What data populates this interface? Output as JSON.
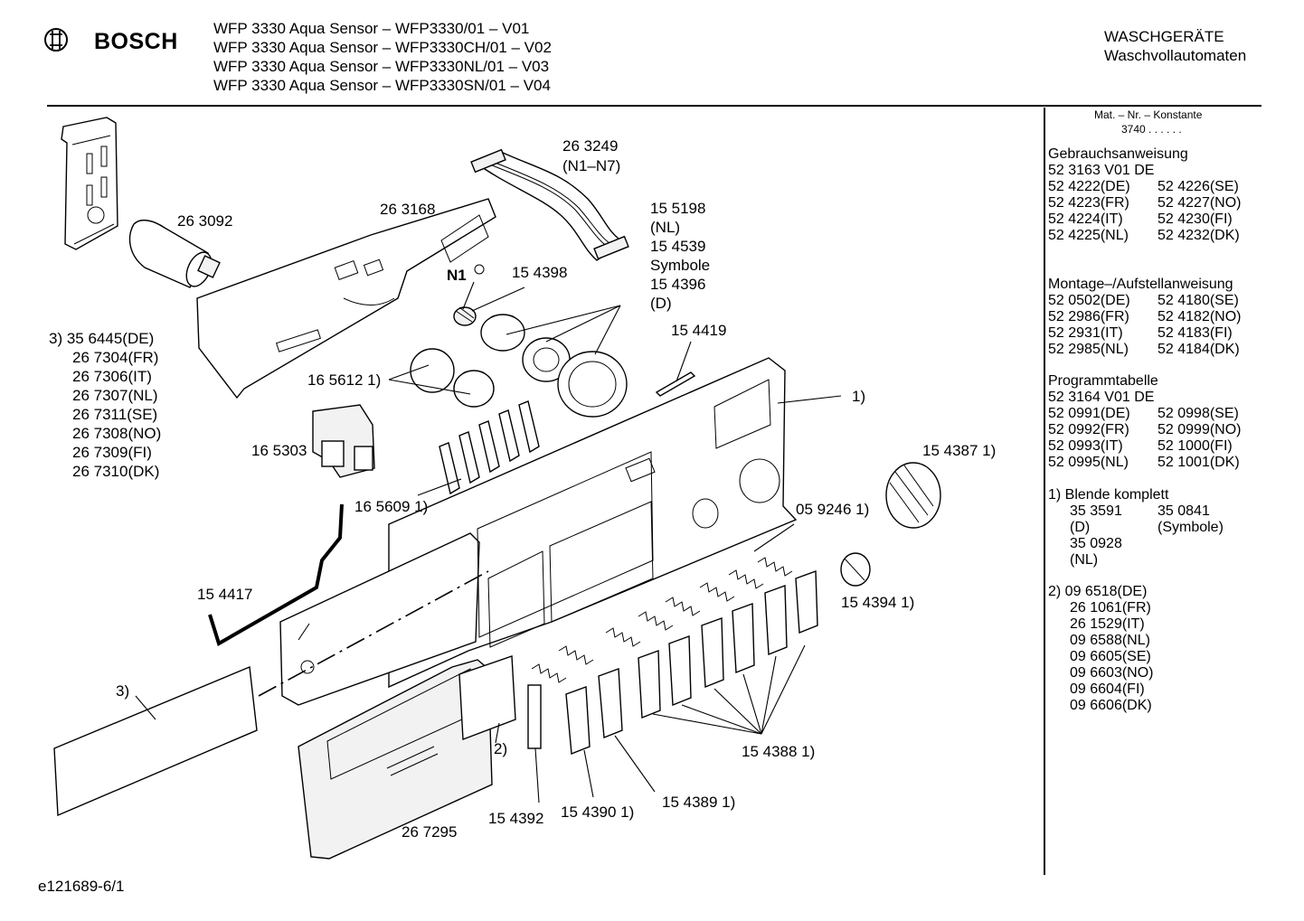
{
  "header": {
    "brand": "BOSCH",
    "models": [
      "WFP 3330 Aqua Sensor – WFP3330/01 – V01",
      "WFP 3330 Aqua Sensor – WFP3330CH/01 – V02",
      "WFP 3330 Aqua Sensor – WFP3330NL/01 – V03",
      "WFP 3330 Aqua Sensor – WFP3330SN/01 – V04"
    ],
    "category_1": "WASCHGERÄTE",
    "category_2": "Waschvollautomaten"
  },
  "sidebar": {
    "mat_nr_label": "Mat. – Nr. – Konstante",
    "mat_nr_value": "3740 . .  .  .  .  .",
    "gebrauch": {
      "title": "Gebrauchsanweisung",
      "first": "52 3163 V01 DE",
      "rows": [
        [
          "52 4222(DE)",
          "52 4226(SE)"
        ],
        [
          "52 4223(FR)",
          "52 4227(NO)"
        ],
        [
          "52 4224(IT)",
          "52 4230(FI)"
        ],
        [
          "52 4225(NL)",
          "52 4232(DK)"
        ]
      ]
    },
    "montage": {
      "title": "Montage–/Aufstellanweisung",
      "rows": [
        [
          "52 0502(DE)",
          "52 4180(SE)"
        ],
        [
          "52 2986(FR)",
          "52 4182(NO)"
        ],
        [
          "52 2931(IT)",
          "52 4183(FI)"
        ],
        [
          "52 2985(NL)",
          "52 4184(DK)"
        ]
      ]
    },
    "programm": {
      "title": "Programmtabelle",
      "first": "52 3164 V01 DE",
      "rows": [
        [
          "52 0991(DE)",
          "52 0998(SE)"
        ],
        [
          "52 0992(FR)",
          "52 0999(NO)"
        ],
        [
          "52 0993(IT)",
          "52 1000(FI)"
        ],
        [
          "52 0995(NL)",
          "52 1001(DK)"
        ]
      ]
    },
    "note1": {
      "title": "1)  Blende komplett",
      "rows": [
        [
          "35 3591",
          "35 0841"
        ],
        [
          "(D)",
          "(Symbole)"
        ],
        [
          "35 0928",
          ""
        ],
        [
          "(NL)",
          ""
        ]
      ]
    },
    "note2": {
      "first": "2)  09 6518(DE)",
      "items": [
        "26 1061(FR)",
        "26 1529(IT)",
        "09 6588(NL)",
        "09 6605(SE)",
        "09 6603(NO)",
        "09 6604(FI)",
        "09 6606(DK)"
      ]
    }
  },
  "parts": {
    "p263092": "26 3092",
    "p263168": "26 3168",
    "p263249": "26 3249",
    "p263249_sub": "(N1–N7)",
    "n1": "N1",
    "p154398": "15 4398",
    "p155198": "15 5198",
    "p155198_sub": "(NL)",
    "p154539": "15 4539",
    "symbole": "Symbole",
    "p154396": "15 4396",
    "p154396_sub": "(D)",
    "p154419": "15 4419",
    "p165612": "16 5612 1)",
    "p165303": "16 5303",
    "p165609": "16 5609 1)",
    "blende": "1)",
    "p154387": "15 4387 1)",
    "p059246": "05 9246 1)",
    "p154417": "15 4417",
    "p154394": "15 4394 1)",
    "note3_label": "3)",
    "note3_lines": [
      "3)  35 6445(DE)",
      "26 7304(FR)",
      "26 7306(IT)",
      "26 7307(NL)",
      "26 7311(SE)",
      "26 7308(NO)",
      "26 7309(FI)",
      "26 7310(DK)"
    ],
    "note2_label": "2)",
    "p154388": "15 4388 1)",
    "p154392": "15 4392",
    "p154390": "15 4390 1)",
    "p154389": "15 4389 1)",
    "p267295": "26 7295"
  },
  "footer": {
    "ref": "e121689-6/1"
  }
}
